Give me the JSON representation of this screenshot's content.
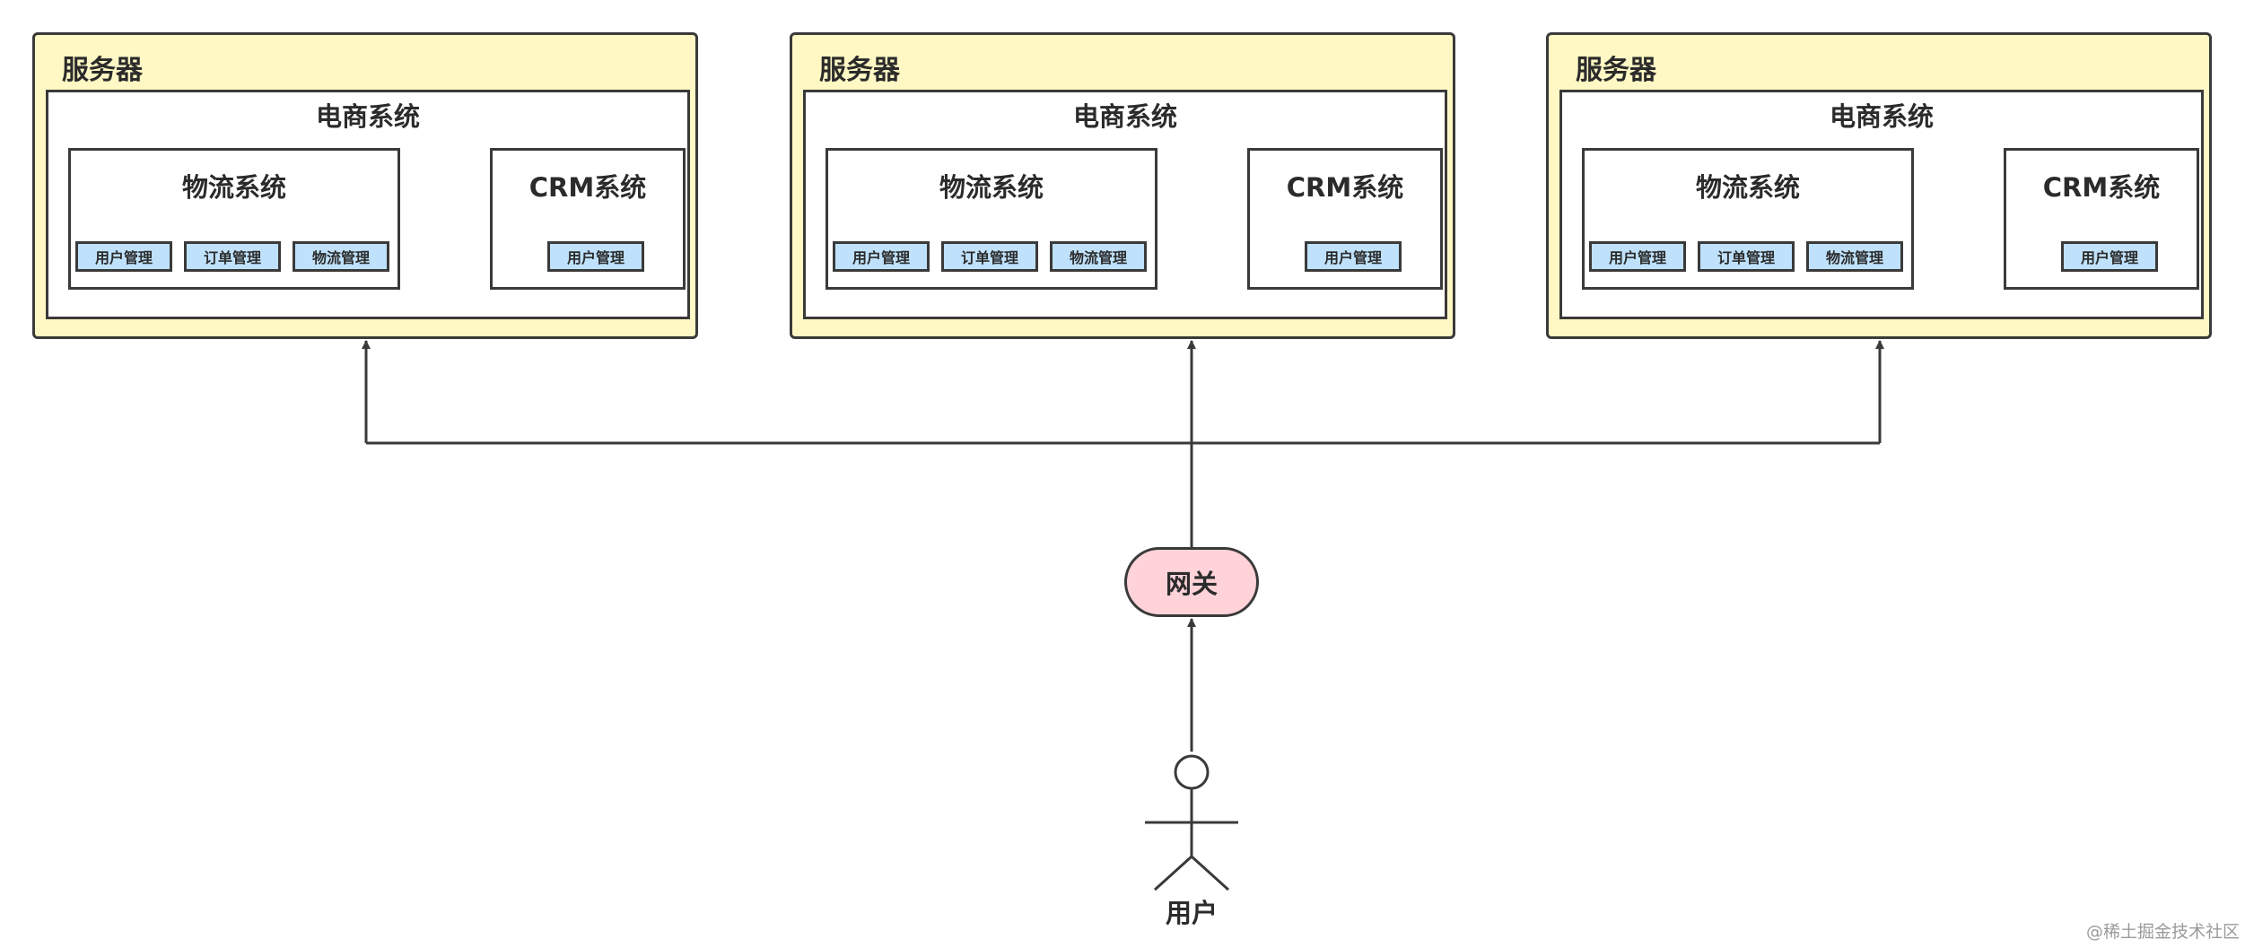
{
  "servers": [
    {
      "title": "服务器",
      "ecommerce_title": "电商系统",
      "logistics_title": "物流系统",
      "logistics_modules": [
        "用户管理",
        "订单管理",
        "物流管理"
      ],
      "crm_title": "CRM系统",
      "crm_modules": [
        "用户管理"
      ]
    },
    {
      "title": "服务器",
      "ecommerce_title": "电商系统",
      "logistics_title": "物流系统",
      "logistics_modules": [
        "用户管理",
        "订单管理",
        "物流管理"
      ],
      "crm_title": "CRM系统",
      "crm_modules": [
        "用户管理"
      ]
    },
    {
      "title": "服务器",
      "ecommerce_title": "电商系统",
      "logistics_title": "物流系统",
      "logistics_modules": [
        "用户管理",
        "订单管理",
        "物流管理"
      ],
      "crm_title": "CRM系统",
      "crm_modules": [
        "用户管理"
      ]
    }
  ],
  "gateway": {
    "label": "网关"
  },
  "user": {
    "label": "用户",
    "icon": "stick-figure-icon"
  },
  "watermark": "@稀土掘金技术社区",
  "colors": {
    "server_fill": "#fff8c4",
    "module_fill": "#bfe1fb",
    "gateway_fill": "#ffd3d8",
    "stroke": "#3a3a3a"
  }
}
